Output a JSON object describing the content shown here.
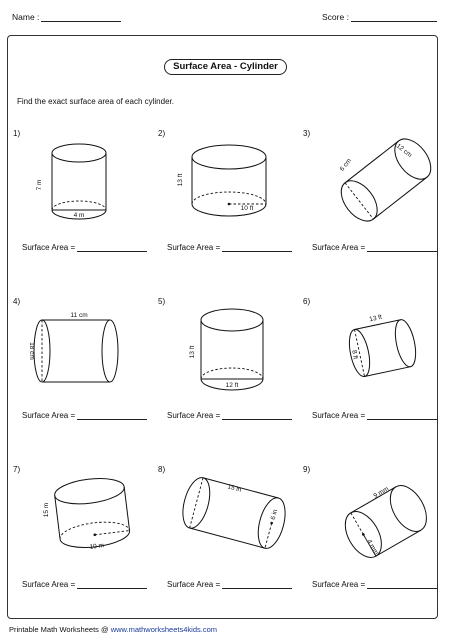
{
  "header": {
    "name_label": "Name :",
    "score_label": "Score :"
  },
  "title": "Surface Area - Cylinder",
  "instructions": "Find the exact surface area of each cylinder.",
  "answer_label": "Surface Area =",
  "problems": [
    {
      "number": "1)",
      "height": "7 m",
      "diameter": "4 m"
    },
    {
      "number": "2)",
      "height": "13 ft",
      "radius": "10 ft"
    },
    {
      "number": "3)",
      "diameter": "6 cm",
      "height": "12 cm"
    },
    {
      "number": "4)",
      "height": "11 cm",
      "diameter": "18 cm"
    },
    {
      "number": "5)",
      "height": "13 ft",
      "diameter": "12 ft"
    },
    {
      "number": "6)",
      "height": "13 ft",
      "diameter": "8 ft"
    },
    {
      "number": "7)",
      "height": "15 m",
      "radius": "10 m"
    },
    {
      "number": "8)",
      "height": "15 in",
      "radius": "6 in"
    },
    {
      "number": "9)",
      "height": "9 mm",
      "radius": "4 mm"
    }
  ],
  "footer": {
    "prefix": "Printable Math Worksheets @",
    "site": "www.mathworksheets4kids.com"
  }
}
